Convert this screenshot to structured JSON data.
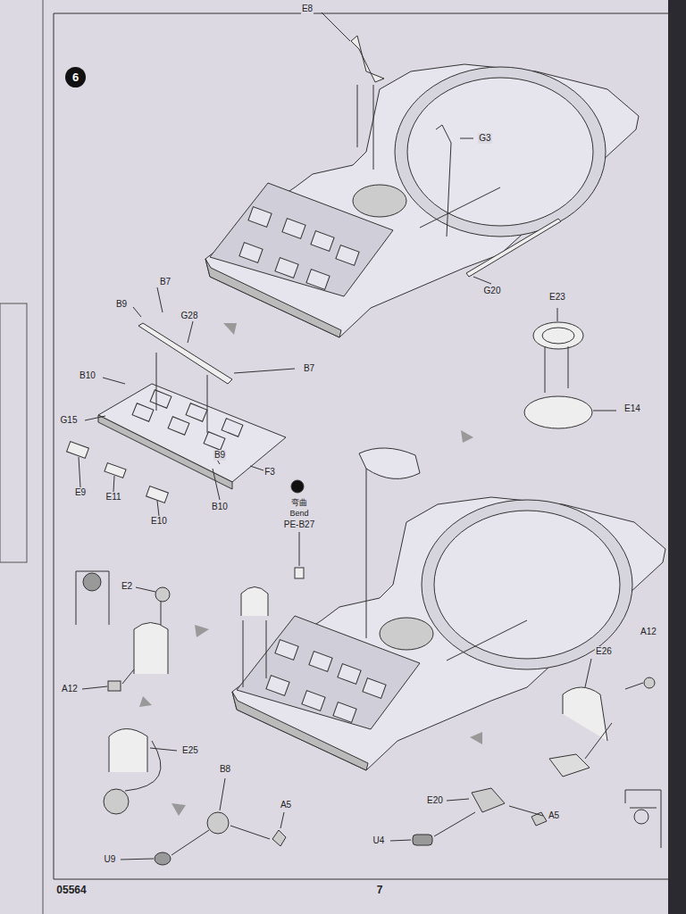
{
  "diagram": {
    "nodes": [
      {
        "text": [
          "6"
        ]
      }
    ],
    "labels": [
      "E8",
      "G3",
      "B7",
      "B9",
      "G28",
      "B7",
      "G20",
      "E23",
      "B10",
      "E14",
      "G15",
      "E9",
      "F3",
      "B9",
      "弯曲",
      "Bend",
      "PE-B27",
      "E11",
      "B10",
      "E10",
      "E2",
      "A12",
      "E26",
      "A12",
      "E25",
      "B8",
      "A5",
      "E20",
      "A5",
      "U9",
      "U4",
      "05564",
      "7"
    ]
  }
}
